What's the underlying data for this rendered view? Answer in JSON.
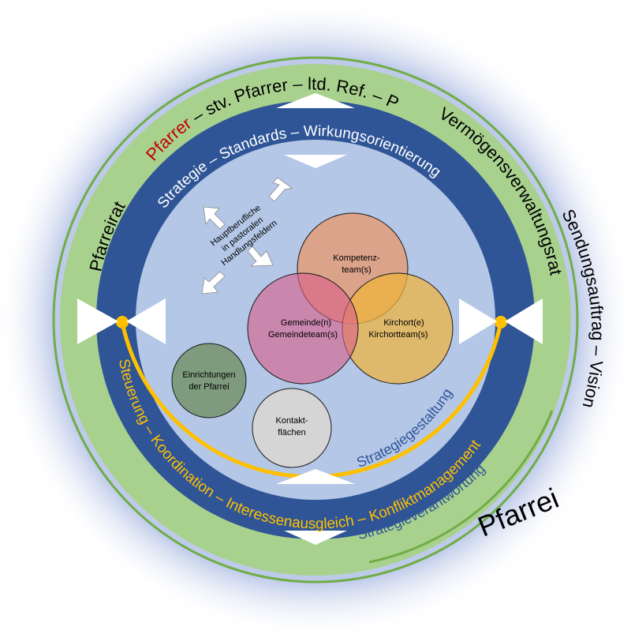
{
  "outer_arcs": {
    "top_prefix": "Pfarrer",
    "top_rest": " – stv. Pfarrer – ltd. Ref. – PÖK",
    "left": "Pfarreirat",
    "right": "Vermögensverwaltungsrat",
    "far_right": "Sendungsauftrag – Vision",
    "bottom_right_big": "Pfarrei",
    "bottom_green": "Strategieverantwortung"
  },
  "ring": {
    "top": "Strategie – Standards – Wirkungsorientierung",
    "bottom": "Steuerung – Koordination – Interessenausgleich – Konfliktmanagement"
  },
  "inner": {
    "strategy_label": "Strategiegestaltung",
    "arrows_line1": "Hauptberufliche",
    "arrows_line2": "in pastoralen",
    "arrows_line3": "Handlungsfeldern"
  },
  "circles": {
    "kompetenz_line1": "Kompetenz-",
    "kompetenz_line2": "team(s)",
    "gemeinde_line1": "Gemeinde(n)",
    "gemeinde_line2": "Gemeindeteam(s)",
    "kirchort_line1": "Kirchort(e)",
    "kirchort_line2": "Kirchortteam(s)",
    "einrichtungen_line1": "Einrichtungen",
    "einrichtungen_line2": "der Pfarrei",
    "kontakt_line1": "Kontakt-",
    "kontakt_line2": "flächen"
  },
  "colors": {
    "glow": "#8fa4d6",
    "green_ring": "#a9d18e",
    "green_line": "#70ad47",
    "blue_ring": "#2f5597",
    "inner_fill": "#b4c7e7",
    "gold": "#ffc000",
    "pfarrer_red": "#c00000",
    "kompetenz": "#e69870",
    "gemeinde": "#d95f8a",
    "kirchort": "#f0b43c",
    "einrichtungen": "#7e9b7d",
    "kontakt": "#d5d5d5"
  }
}
